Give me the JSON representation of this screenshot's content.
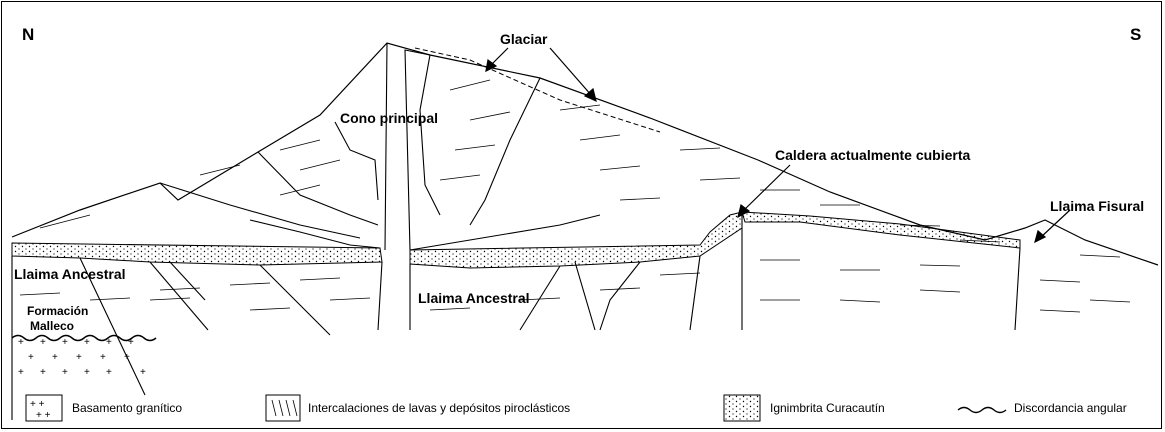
{
  "orientation": {
    "north": "N",
    "south": "S"
  },
  "labels": {
    "glaciar": "Glaciar",
    "cono_principal": "Cono principal",
    "caldera": "Caldera actualmente cubierta",
    "llaima_fisural": "Llaima Fisural",
    "llaima_ancestral_left": "Llaima Ancestral",
    "llaima_ancestral_center": "Llaima Ancestral",
    "formacion_line1": "Formación",
    "formacion_line2": "Malleco"
  },
  "legend": [
    {
      "label": "Basamento granítico",
      "pattern": "crosses"
    },
    {
      "label": "Intercalaciones de lavas y depósitos piroclásticos",
      "pattern": "lines"
    },
    {
      "label": "Ignimbrita Curacautín",
      "pattern": "dots"
    },
    {
      "label": "Discordancia angular",
      "pattern": "wavy"
    }
  ]
}
